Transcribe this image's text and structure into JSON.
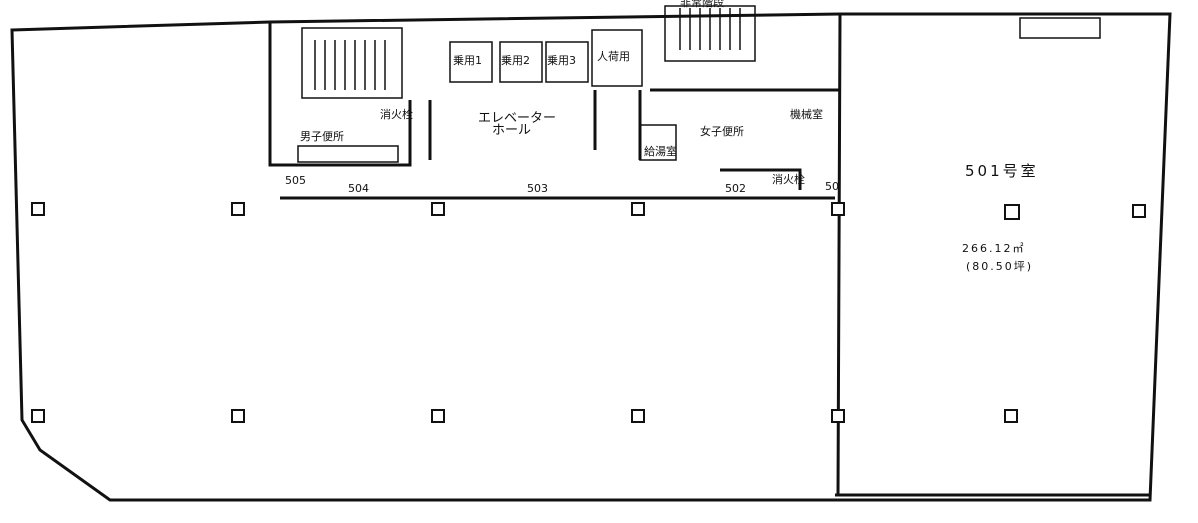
{
  "rooms": {
    "emergency_stairs": "非常階段",
    "elevator_1": "乗用1",
    "elevator_2": "乗用2",
    "elevator_3": "乗用3",
    "freight_elevator": "人荷用",
    "mens_restroom": "男子便所",
    "womens_restroom": "女子便所",
    "elevator_hall_line1": "エレベーター",
    "elevator_hall_line2": "ホール",
    "kitchenette": "給湯室",
    "machine_room": "機械室",
    "hydrant_left": "消火栓",
    "hydrant_right": "消火栓"
  },
  "doors": [
    "505",
    "504",
    "503",
    "502",
    "50"
  ],
  "unit": {
    "name": "501号室",
    "area_m2": "266.12㎡",
    "area_tsubo": "(80.50坪)"
  }
}
